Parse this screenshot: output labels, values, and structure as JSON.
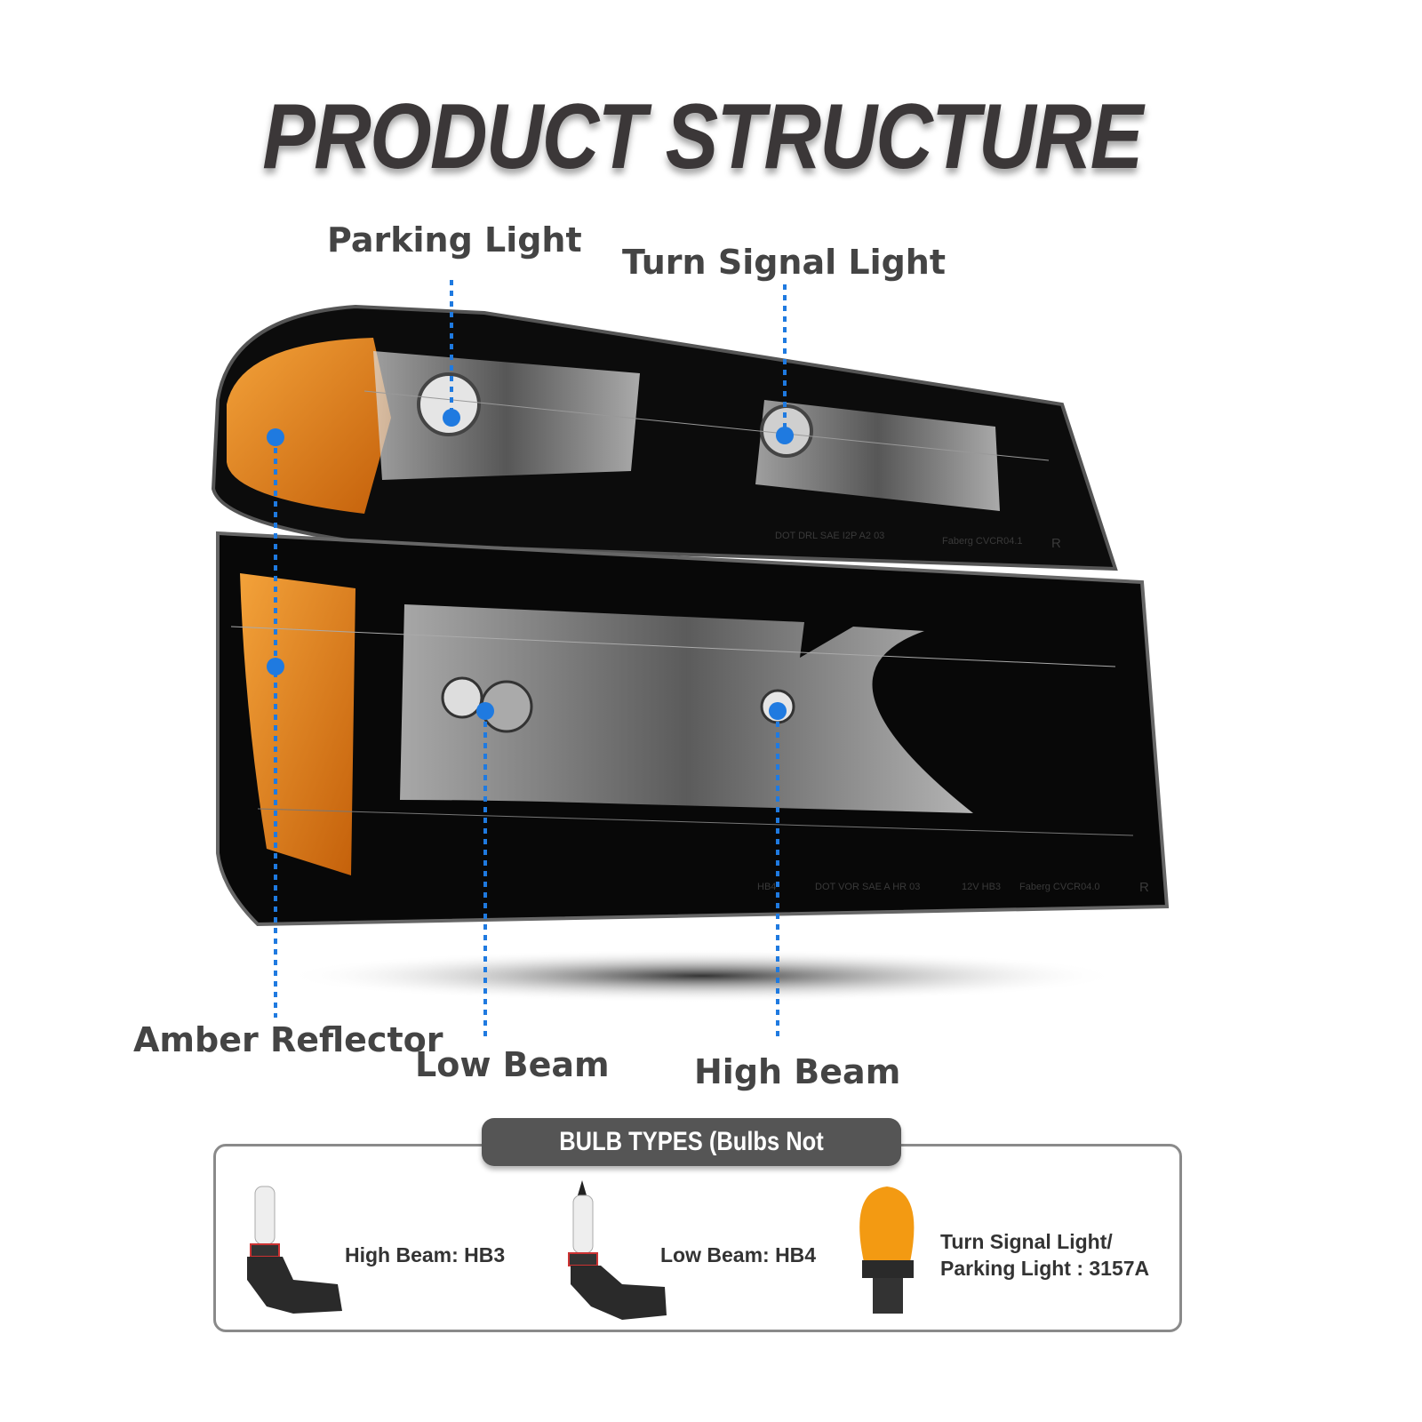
{
  "title": "PRODUCT STRUCTURE",
  "labels": {
    "parking_light": "Parking Light",
    "turn_signal_light": "Turn Signal Light",
    "amber_reflector": "Amber Reflector",
    "low_beam": "Low Beam",
    "high_beam": "High Beam"
  },
  "lens_markings": {
    "upper_left": "DOT DRL SAE I2P A2 03",
    "upper_right": "Faberg CVCR04.1",
    "upper_r": "R",
    "lower_hb": "HB4",
    "lower_dot": "DOT VOR SAE A HR 03",
    "lower_volt": "12V HB3",
    "lower_right": "Faberg CVCR04.0",
    "lower_r": "R"
  },
  "bulbs": {
    "heading": "BULB TYPES (Bulbs Not Included)",
    "items": [
      {
        "label": "High Beam: HB3"
      },
      {
        "label": "Low Beam: HB4"
      },
      {
        "label_line1": "Turn Signal Light/",
        "label_line2": "Parking Light : 3157A"
      }
    ]
  },
  "colors": {
    "accent_blue": "#1f7ae0",
    "amber": "#e8870f",
    "title": "#3b3738"
  }
}
